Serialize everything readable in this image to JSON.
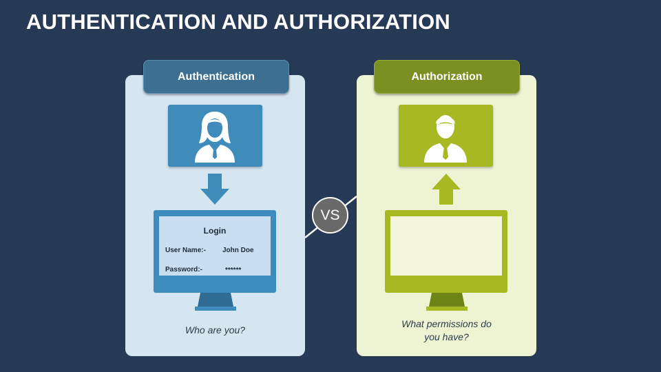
{
  "title": "AUTHENTICATION AND AUTHORIZATION",
  "vs_label": "VS",
  "authentication": {
    "heading": "Authentication",
    "login": {
      "title": "Login",
      "username_label": "User Name:-",
      "username_value": "John Doe",
      "password_label": "Password:-",
      "password_value": "******"
    },
    "caption": "Who are you?",
    "icons": [
      "woman-user-icon",
      "arrow-down-icon",
      "monitor-icon"
    ]
  },
  "authorization": {
    "heading": "Authorization",
    "caption_line1": "What permissions do",
    "caption_line2": "you have?",
    "icons": [
      "man-user-icon",
      "arrow-up-icon",
      "monitor-icon"
    ]
  },
  "colors": {
    "background": "#263a55",
    "auth_dark": "#3d6f91",
    "auth_blue": "#3f8cbb",
    "auth_panel": "#d6e6f1",
    "authz_dark": "#7b9022",
    "authz_green": "#a6b923",
    "authz_panel": "#eef3d3",
    "vs_circle": "#6a6a6a"
  }
}
